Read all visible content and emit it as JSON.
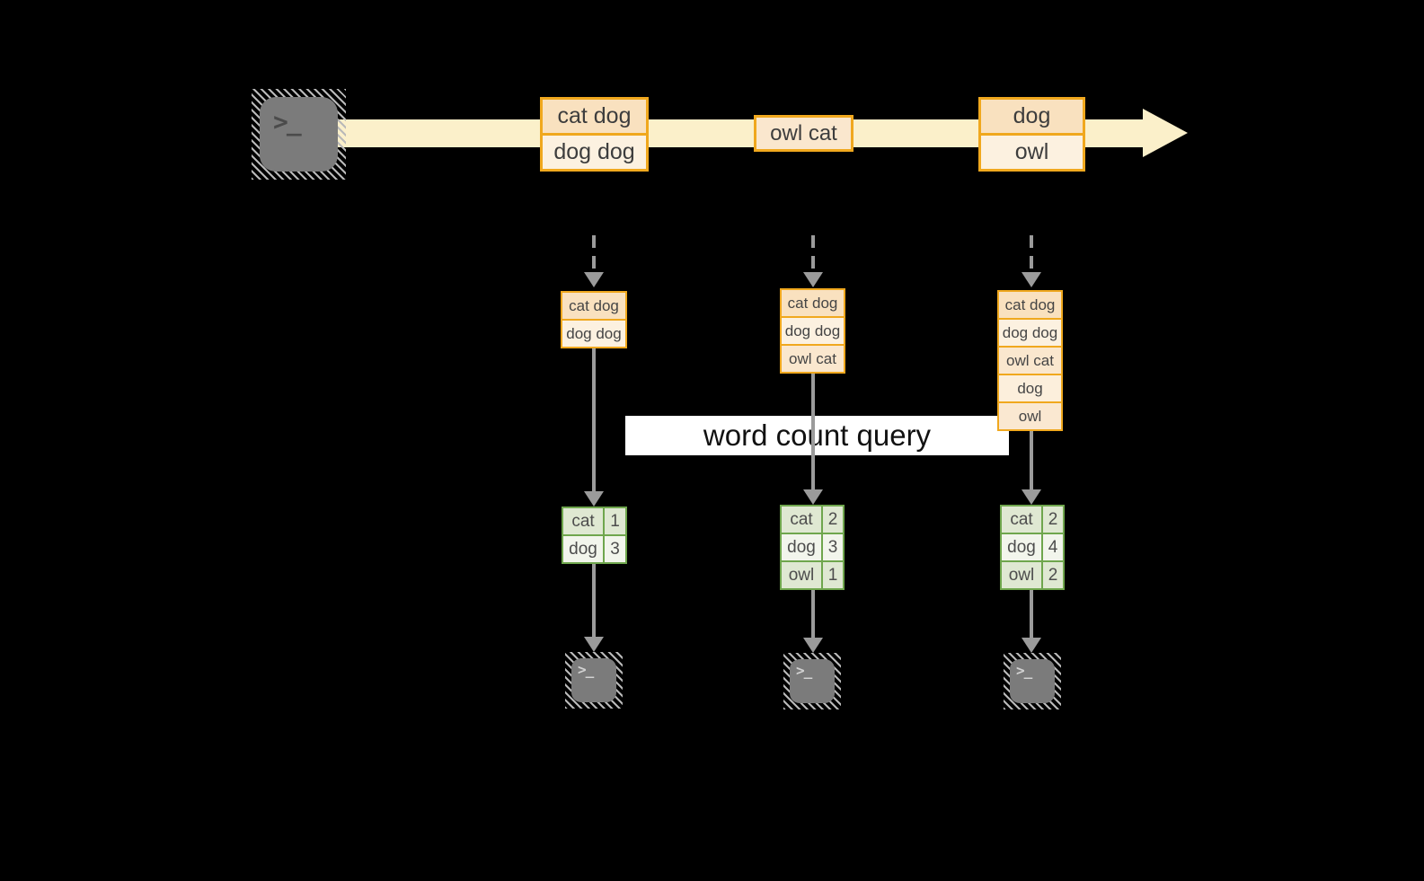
{
  "icons": {
    "terminal_glyph": ">_"
  },
  "colors": {
    "background": "#000000",
    "stream_fill": "#FBF0CA",
    "box_border_gold": "#F0A81E",
    "cell_peach": "#F9E1BF",
    "cell_cream": "#FCF1E0",
    "table_border_green": "#6FA64D",
    "table_cell_dark": "#DFE8D2",
    "table_cell_light": "#F2F5EC",
    "connector_gray": "#9B9B9B",
    "query_band_bg": "#FFFFFF"
  },
  "stream": {
    "batches": [
      {
        "lines": [
          "cat dog",
          "dog dog"
        ]
      },
      {
        "lines": [
          "owl cat"
        ]
      },
      {
        "lines": [
          "dog",
          "owl"
        ]
      }
    ]
  },
  "query_label": "word count query",
  "states": [
    {
      "lines": [
        "cat dog",
        "dog dog"
      ]
    },
    {
      "lines": [
        "cat dog",
        "dog dog",
        "owl cat"
      ]
    },
    {
      "lines": [
        "cat dog",
        "dog dog",
        "owl cat",
        "dog",
        "owl"
      ]
    }
  ],
  "results": [
    {
      "rows": [
        [
          "cat",
          "1"
        ],
        [
          "dog",
          "3"
        ]
      ]
    },
    {
      "rows": [
        [
          "cat",
          "2"
        ],
        [
          "dog",
          "3"
        ],
        [
          "owl",
          "1"
        ]
      ]
    },
    {
      "rows": [
        [
          "cat",
          "2"
        ],
        [
          "dog",
          "4"
        ],
        [
          "owl",
          "2"
        ]
      ]
    }
  ]
}
